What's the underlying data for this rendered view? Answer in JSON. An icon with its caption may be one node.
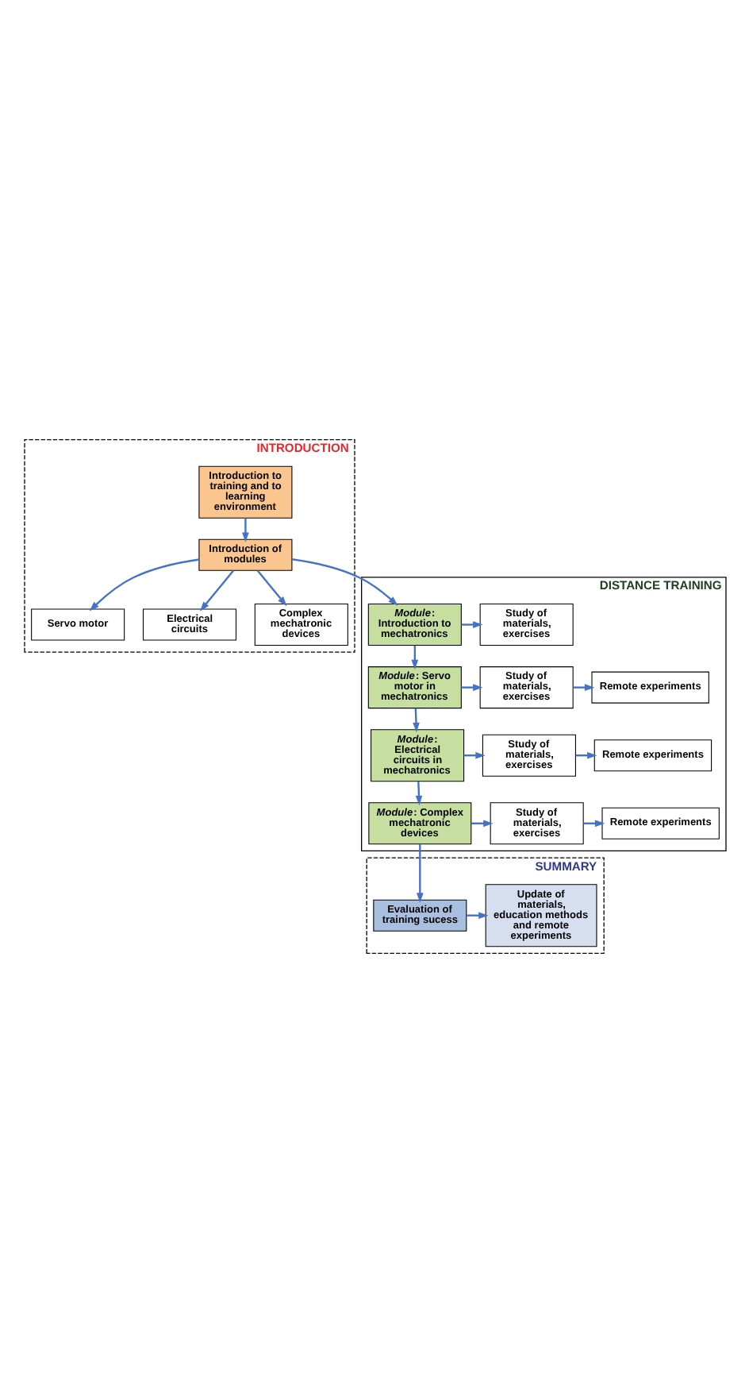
{
  "diagram": {
    "nodes": [
      {
        "text": [
          "INTRODUCTION"
        ]
      },
      {
        "text": [
          "Introduction to training and to learning environment"
        ],
        "in": 0
      },
      {
        "text": [
          "Introduction of modules"
        ],
        "in": 0
      },
      {
        "text": [
          "Servo motor"
        ],
        "in": 0
      },
      {
        "text": [
          "Electrical circuits"
        ],
        "in": 0
      },
      {
        "text": [
          "Complex mechatronic devices"
        ],
        "in": 0
      },
      {
        "text": [
          "DISTANCE TRAINING"
        ]
      },
      {
        "text": [
          "*Module*: Introduction to mechatronics"
        ],
        "in": 6
      },
      {
        "text": [
          "Study of materials, exercises"
        ],
        "in": 6
      },
      {
        "text": [
          "*Module*: Servo motor in mechatronics"
        ],
        "in": 6
      },
      {
        "text": [
          "Study of materials, exercises"
        ],
        "in": 6
      },
      {
        "text": [
          "Remote experiments"
        ],
        "in": 6
      },
      {
        "text": [
          "*Module*: Electrical circuits in mechatronics"
        ],
        "in": 6
      },
      {
        "text": [
          "Study of materials, exercises"
        ],
        "in": 6
      },
      {
        "text": [
          "Remote experiments"
        ],
        "in": 6
      },
      {
        "text": [
          "*Module*: Complex mechatronic devices"
        ],
        "in": 6
      },
      {
        "text": [
          "Study of materials, exercises"
        ],
        "in": 6
      },
      {
        "text": [
          "Remote experiments"
        ],
        "in": 6
      },
      {
        "text": [
          "SUMMARY"
        ]
      },
      {
        "text": [
          "Evaluation of training sucess"
        ],
        "in": 18
      },
      {
        "text": [
          "Update of materials, education methods and remote experiments"
        ],
        "in": 18
      }
    ],
    "edges": [
      {
        "from": 1,
        "to": 2,
        "arrow": "to"
      },
      {
        "from": 2,
        "to": 3,
        "arrow": "to"
      },
      {
        "from": 2,
        "to": 4,
        "arrow": "to"
      },
      {
        "from": 2,
        "to": 5,
        "arrow": "to"
      },
      {
        "from": 2,
        "to": 7,
        "arrow": "to"
      },
      {
        "from": 7,
        "to": 8,
        "arrow": "to"
      },
      {
        "from": 7,
        "to": 9,
        "arrow": "to"
      },
      {
        "from": 9,
        "to": 10,
        "arrow": "to"
      },
      {
        "from": 10,
        "to": 11,
        "arrow": "to"
      },
      {
        "from": 9,
        "to": 12,
        "arrow": "to"
      },
      {
        "from": 12,
        "to": 13,
        "arrow": "to"
      },
      {
        "from": 13,
        "to": 14,
        "arrow": "to"
      },
      {
        "from": 12,
        "to": 15,
        "arrow": "to"
      },
      {
        "from": 15,
        "to": 16,
        "arrow": "to"
      },
      {
        "from": 16,
        "to": 17,
        "arrow": "to"
      },
      {
        "from": 15,
        "to": 19,
        "arrow": "to"
      },
      {
        "from": 19,
        "to": 20,
        "arrow": "to"
      }
    ]
  }
}
